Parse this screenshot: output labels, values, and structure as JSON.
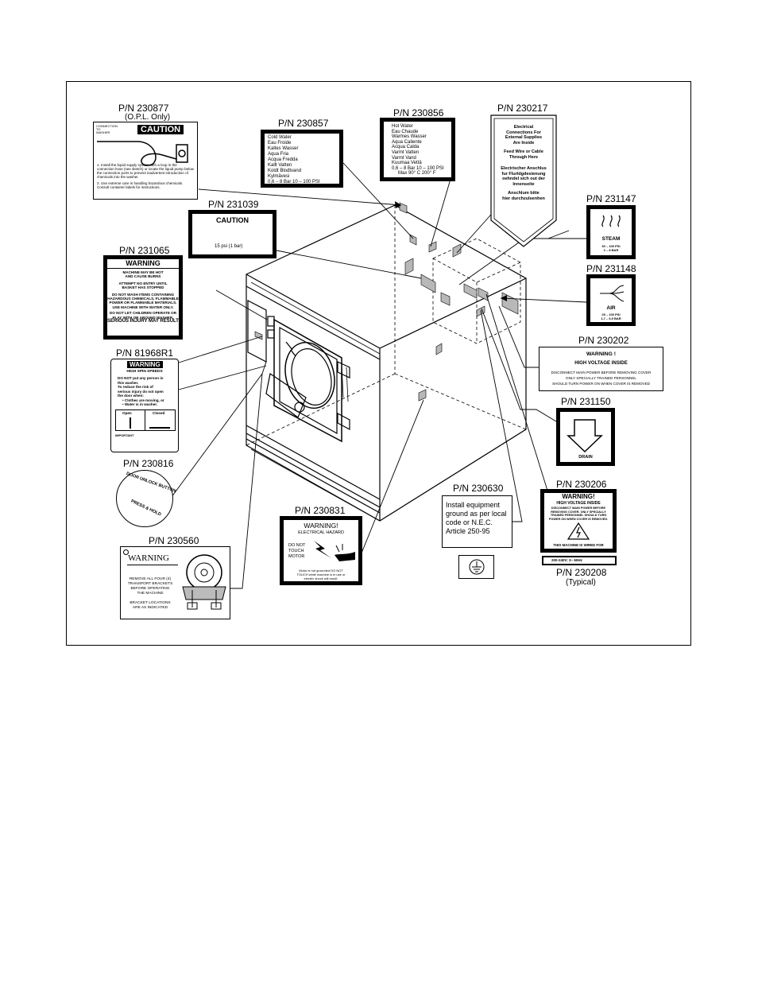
{
  "labels": {
    "l230877": {
      "pn": "P/N 230877",
      "sub": "(O.P.L. Only)",
      "title": "CAUTION",
      "tag": "CONNECTION TO WASHER",
      "items": [
        "1.  Install the liquid supply system with a loop in the connection hose (see sketch) or locate the liquid pump below the connection ports to prevent inadvertent introduction of chemicals into the washer.",
        "2.  Use extreme care in handling hazardous chemicals. Consult container labels for instructions."
      ]
    },
    "l230857": {
      "pn": "P/N 230857",
      "lines": [
        "Cold Water",
        "Eau Froide",
        "Kaltes Wasser",
        "Aqua Fria",
        "Acqua Fredda",
        "Kallt Vatten",
        "Koldt Blodtvand",
        "Kylmävesi",
        "0,6 – 8 Bar  10 – 100 PSI"
      ]
    },
    "l230856": {
      "pn": "P/N 230856",
      "lines": [
        "Hot Water",
        "Eau Chaude",
        "Warmes Wasser",
        "Aqua Caliente",
        "Acqua Calda",
        "Varmt Vatten",
        "Varmt Vand",
        "Kuumaa Vettä",
        "0,6 – 8 Bar  10 – 100 PSI",
        "Max 90° C  200° F"
      ]
    },
    "l230217": {
      "pn": "P/N 230217",
      "lines_en": [
        "Electrical",
        "Connections For",
        "External Supplies",
        "Are Inside",
        "",
        "Feed Wire or Cable",
        "Through Here"
      ],
      "lines_de": [
        "Electrischer Anschlus",
        "fur Flurldgdesienung",
        "oehndel sich out der",
        "Innenseite",
        "",
        "Anschlum bitte",
        "hier durchzulsenhen"
      ]
    },
    "l231039": {
      "pn": "P/N 231039",
      "title": "CAUTION",
      "text": "15 psi (1 bar)"
    },
    "l231065": {
      "pn": "P/N 231065",
      "title": "WARNING",
      "lines": [
        "MACHINE MAY BE HOT",
        "AND CAUSE BURNS",
        "ATTEMPT NO ENTRY UNTIL",
        "BASKET HAS STOPPED",
        "DO NOT WASH ITEMS CONTAINING",
        "HAZARDOUS CHEMICALS, FLAMMABLE",
        "POWER OR FLAMMABLE MATERIALS.",
        "USE MACHINE WITH WATER ONLY.",
        "DO NOT LET CHILDREN OPERATE OR",
        "PLAY WITH OR AROUND WASHER.",
        "SERIOUS INJURY MAY RESULT"
      ]
    },
    "l231147": {
      "pn": "P/N 231147",
      "title": "STEAM",
      "lines": [
        "30 – 100 PSI",
        "2 – 8 BAR"
      ]
    },
    "l231148": {
      "pn": "P/N 231148",
      "title": "AIR",
      "lines": [
        "25 – 100 PSI",
        "1,7 – 6,9 BAR"
      ]
    },
    "l81968": {
      "pn": "P/N 81968R1",
      "title": "WARNING",
      "sub": "HIGH SPIN SPEEDS",
      "lines": [
        "DO NOT put any person in",
        "this washer.",
        "To reduce the risk of",
        "serious injury do not open",
        "the door when:",
        "• Clothes are moving, or",
        "• Water is in washer."
      ],
      "open": "Open",
      "closed": "Closed",
      "footer": "IMPORTANT"
    },
    "l230202": {
      "pn": "P/N 230202",
      "title": "WARNING !",
      "sub": "HIGH VOLTAGE INSIDE",
      "lines": [
        "DISCONNECT MAIN POWER BEFORE REMOVING COVER",
        "ONLY SPECIALLY TRAINED PERSONNEL",
        "SHOULD TURN POWER ON WHEN COVER IS REMOVED"
      ]
    },
    "l231150": {
      "pn": "P/N 231150",
      "title": "DRAIN"
    },
    "l230816": {
      "pn": "P/N 230816",
      "ring": "DOOR UNLOCK BUTTON",
      "ring2": "PRESS & HOLD"
    },
    "l230630": {
      "pn": "P/N 230630",
      "lines": [
        "Install equipment",
        "ground as per local",
        "code or N.E.C.",
        "Article 250-95"
      ]
    },
    "l230206": {
      "pn": "P/N 230206",
      "title": "WARNING!",
      "sub": "HIGH VOLTAGE INSIDE",
      "lines": [
        "DISCONNECT MAIN POWER BEFORE",
        "REMOVING COVER. ONLY SPECIALLY",
        "TRAINED PERSONNEL SHOULD TURN",
        "POWER ON WHEN COVER IS REMOVED."
      ],
      "foot": "THIS MACHINE IS WIRED FOR"
    },
    "l230208": {
      "pn": "P/N 230208",
      "sub": "(Typical)",
      "text": "200-240V; 3~ 60Hz"
    },
    "l230831": {
      "pn": "P/N 230831",
      "title": "WARNING!",
      "sub": "ELECTRICAL HAZARD",
      "lines": [
        "DO NOT",
        "TOUCH",
        "MOTOR"
      ],
      "foot": [
        "Motor is not grounded DO NOT",
        "TOUCH while machine is in use or",
        "electric shock will result."
      ]
    },
    "l230560": {
      "pn": "P/N 230560",
      "title": "WARNING",
      "lines": [
        "REMOVE ALL FOUR (4)",
        "TRANSPORT BRACKETS",
        "BEFORE OPERATING",
        "THE MACHINE",
        "",
        "BRACKET LOCATIONS",
        "ARE AS INDICATED"
      ]
    }
  }
}
